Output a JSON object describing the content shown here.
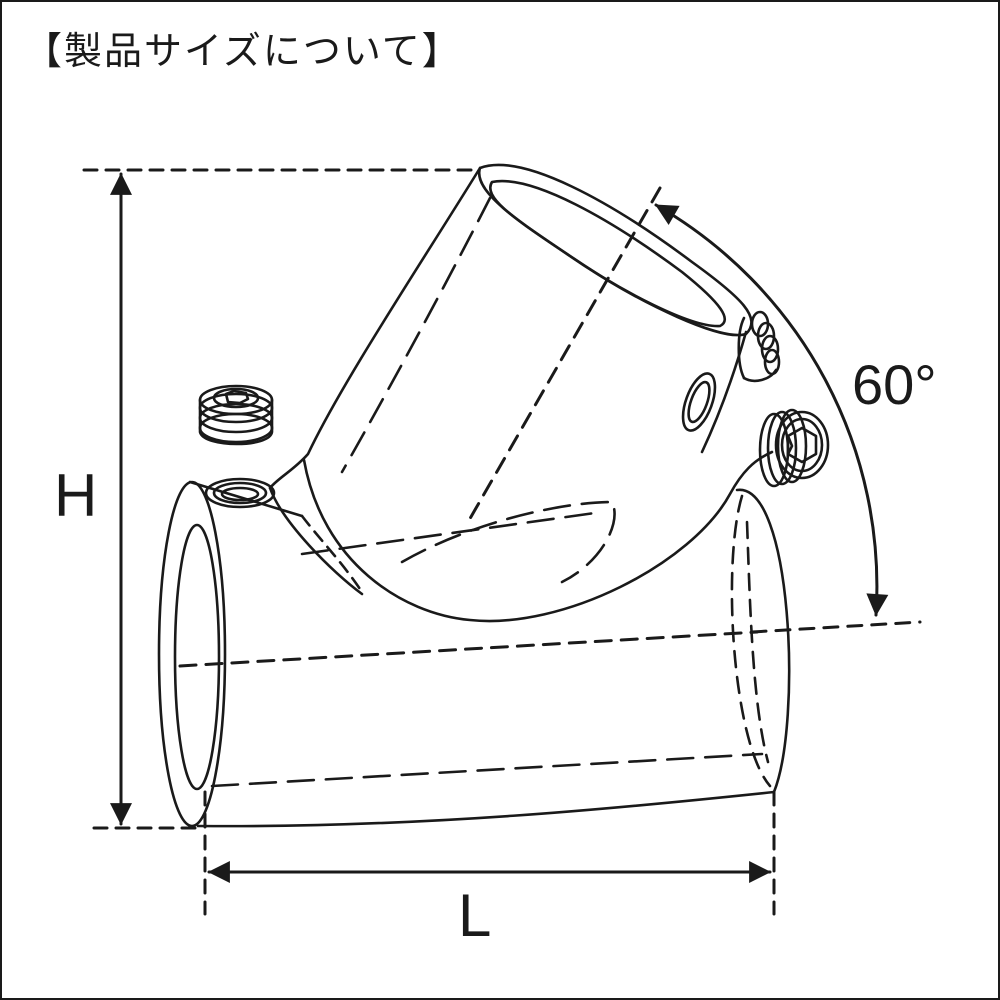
{
  "title": "【製品サイズについて】",
  "dimensions": {
    "height_label": "H",
    "length_label": "L",
    "angle_label": "60°"
  },
  "colors": {
    "line": "#1a1a1a",
    "background": "#ffffff"
  },
  "parts": [
    "main-pipe",
    "branch-socket",
    "set-screw-top",
    "set-screw-side",
    "set-screw-loose"
  ]
}
